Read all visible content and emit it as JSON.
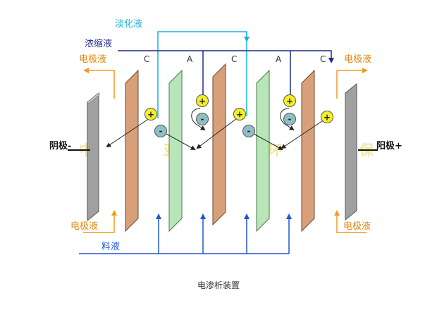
{
  "labels": {
    "dilute": "淡化液",
    "concentrate": "浓缩液",
    "electrode_liquid": "电极液",
    "feed": "料液",
    "cathode": "阴极-",
    "anode": "阳极+",
    "membrane_c": "C",
    "membrane_a": "A",
    "plus": "+",
    "minus": "-",
    "watermark": [
      "中",
      "亚",
      "环",
      "保"
    ],
    "caption": "电渗析装置"
  },
  "colors": {
    "dilute_line": "#17b1e3",
    "dilute_text": "#17b1e3",
    "concentrate_line": "#1f2a8c",
    "concentrate_text": "#1f2a8c",
    "electrode_line": "#f39a1e",
    "electrode_text": "#e0880b",
    "feed_line": "#1f55d6",
    "feed_text": "#1f55d6",
    "cation_membrane": "#d8a07a",
    "anion_membrane": "#b8e6b8",
    "electrode_plate": "#a0a0a0",
    "cation_ion": "#f5ef2a",
    "anion_ion": "#8fbfc4",
    "watermark": "#f3e6a0"
  }
}
